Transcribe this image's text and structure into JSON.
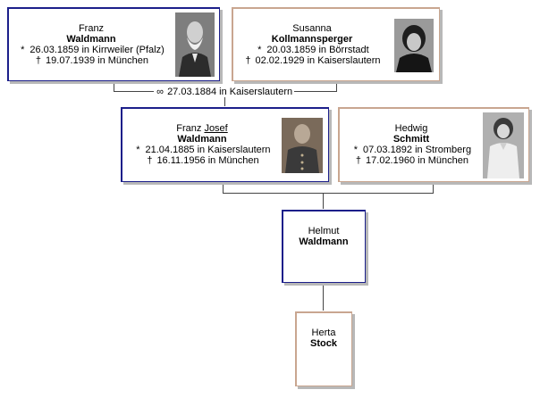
{
  "persons": {
    "franz": {
      "given": "Franz",
      "surname": "Waldmann",
      "birth": "26.03.1859 in Kirrweiler (Pfalz)",
      "death": "19.07.1939 in München"
    },
    "susanna": {
      "given": "Susanna",
      "surname": "Kollmannsperger",
      "birth": "20.03.1859 in Börrstadt",
      "death": "02.02.1929 in Kaiserslautern"
    },
    "franz_josef": {
      "given_first": "Franz",
      "given_second": "Josef",
      "surname": "Waldmann",
      "birth": "21.04.1885 in Kaiserslautern",
      "death": "16.11.1956 in München"
    },
    "hedwig": {
      "given": "Hedwig",
      "surname": "Schmitt",
      "birth": "07.03.1892 in Stromberg",
      "death": "17.02.1960 in München"
    },
    "helmut": {
      "given": "Helmut",
      "surname": "Waldmann"
    },
    "herta": {
      "given": "Herta",
      "surname": "Stock"
    }
  },
  "marriage": {
    "text": "27.03.1884 in Kaiserslautern"
  },
  "symbols": {
    "birth": "*",
    "death": "†",
    "marriage": "∞"
  }
}
